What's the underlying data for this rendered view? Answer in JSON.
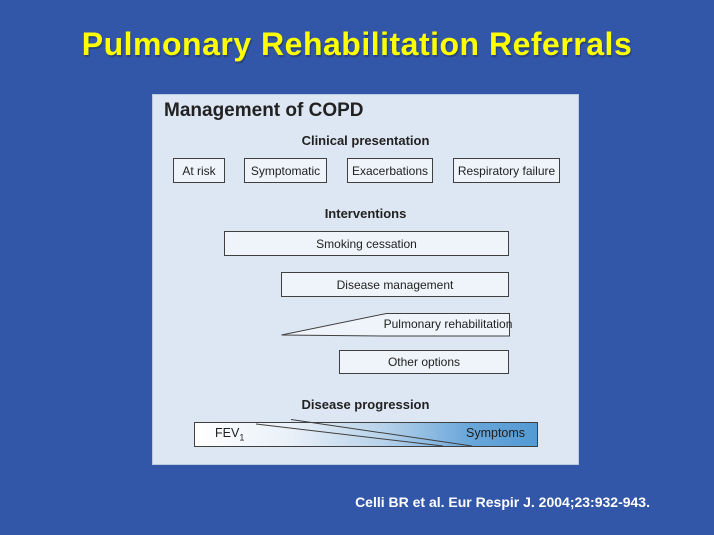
{
  "slide": {
    "title": "Pulmonary Rehabilitation Referrals",
    "citation": "Celli BR et al. Eur Respir J. 2004;23:932-943."
  },
  "diagram": {
    "heading": "Management of COPD",
    "sections": {
      "clinical_presentation": {
        "label": "Clinical presentation",
        "stages": [
          "At risk",
          "Symptomatic",
          "Exacerbations",
          "Respiratory failure"
        ]
      },
      "interventions": {
        "label": "Interventions",
        "items": [
          "Smoking cessation",
          "Disease management",
          "Pulmonary rehabilitation",
          "Other options"
        ]
      },
      "disease_progression": {
        "label": "Disease progression",
        "fev_label": "FEV",
        "fev_sub": "1",
        "symptoms_label": "Symptoms"
      }
    }
  },
  "colors": {
    "slide_bg": "#3357a8",
    "title_yellow": "#ffff00",
    "panel_bg": "#dde7f3",
    "panel_border": "#bccadf",
    "box_bg": "#eff4fa",
    "box_border": "#404040",
    "text_dark": "#222222",
    "bar_blue": "#539ad3",
    "citation_white": "#ffffff"
  }
}
